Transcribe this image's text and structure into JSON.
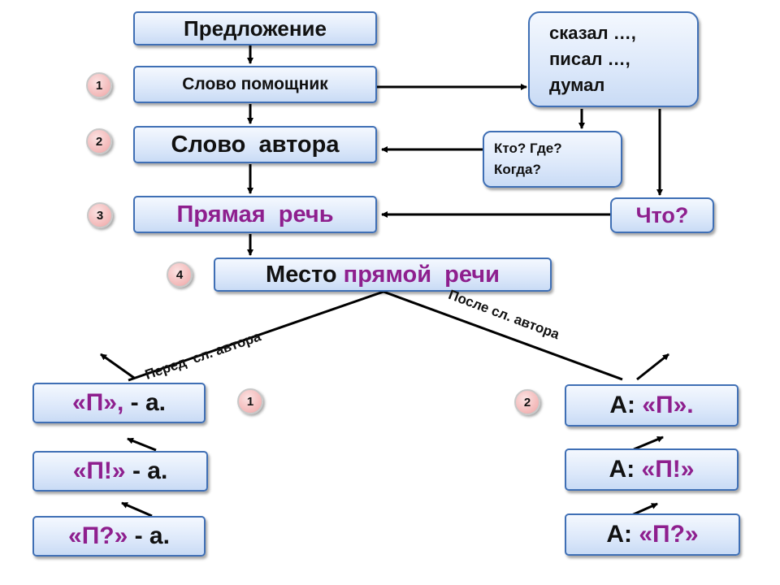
{
  "nodes": {
    "sentence": "Предложение",
    "helper_word": "Слово помощник",
    "verbs": [
      "сказал …,",
      "писал …,",
      "думал"
    ],
    "author_words": "Слово  автора",
    "who_where": [
      "Кто? Где?",
      "Когда?"
    ],
    "direct_speech": "Прямая  речь",
    "what": "Что?",
    "place_prefix": "Место ",
    "place_highlight": "прямой  речи"
  },
  "steps": [
    "1",
    "2",
    "3",
    "4"
  ],
  "branches": {
    "before_label": "Перед  сл. автора",
    "after_label": "После сл. автора",
    "before_num": "1",
    "after_num": "2"
  },
  "left_formulas": [
    {
      "quote": "«П», ",
      "dash": "- а."
    },
    {
      "quote": "«П!» ",
      "dash": "- а."
    },
    {
      "quote": "«П?» ",
      "dash": "- а."
    }
  ],
  "right_formulas": [
    {
      "prefix": "А: ",
      "quote": "«П»."
    },
    {
      "prefix": "А: ",
      "quote": "«П!»"
    },
    {
      "prefix": "А: ",
      "quote": "«П?»"
    }
  ],
  "colors": {
    "border": "#3f6fb5",
    "highlight": "#8e1f8e",
    "step_fill": "#f3b7b7"
  }
}
